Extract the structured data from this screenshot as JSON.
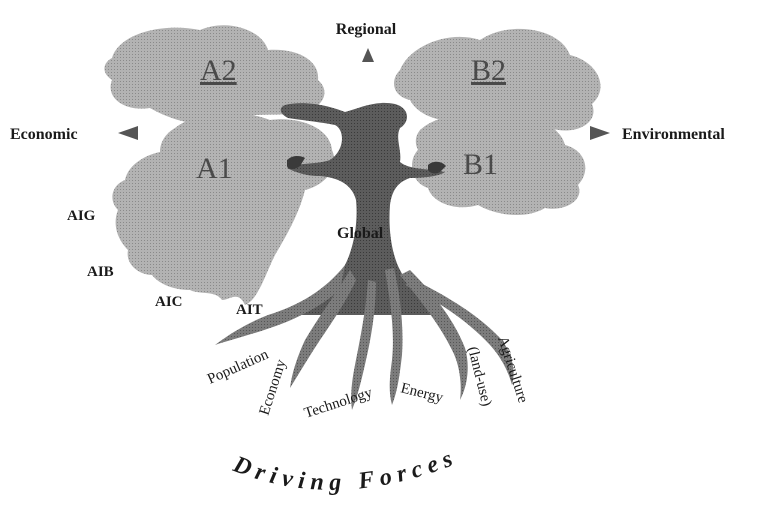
{
  "axes": {
    "top": "Regional",
    "left": "Economic",
    "right": "Environmental"
  },
  "families": {
    "a2": "A2",
    "b2": "B2",
    "a1": "A1",
    "b1": "B1"
  },
  "a1_groups": {
    "g": "AIG",
    "b": "AIB",
    "c": "AIC",
    "t": "AIT"
  },
  "trunk_label": "Global",
  "roots": {
    "population": "Population",
    "economy": "Economy",
    "technology": "Technology",
    "energy": "Energy",
    "land_use": "(land-use)",
    "agriculture": "Agriculture"
  },
  "footer": "Driving Forces",
  "colors": {
    "canopy": "#a9a9a9",
    "trunk": "#5a5a5a",
    "roots": "#777777",
    "arrow": "#555555"
  }
}
